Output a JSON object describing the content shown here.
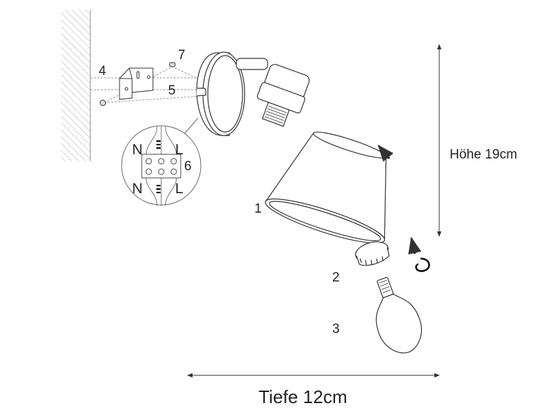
{
  "labels": {
    "part_1": "1",
    "part_2": "2",
    "part_3": "3",
    "part_4": "4",
    "part_5": "5",
    "part_6": "6",
    "part_7": "7",
    "neutral_top": "N",
    "live_top": "L",
    "neutral_bottom": "N",
    "live_bottom": "L"
  },
  "dimensions": {
    "height": "Höhe 19cm",
    "depth": "Tiefe 12cm"
  },
  "colors": {
    "line": "#333333",
    "dashed": "#999999"
  }
}
